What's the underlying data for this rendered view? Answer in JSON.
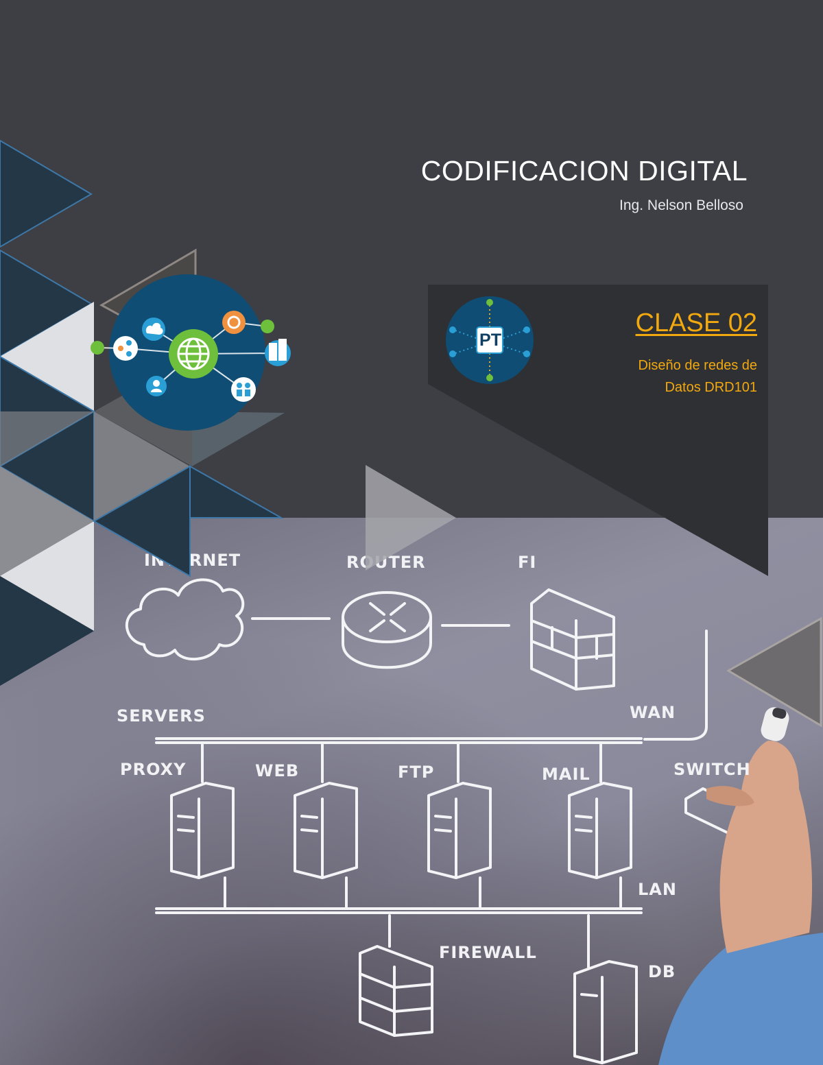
{
  "cover": {
    "title": "CODIFICACION DIGITAL",
    "author": "Ing. Nelson Belloso",
    "class_number": "CLASE 02",
    "course_line1": "Diseño de redes de",
    "course_line2": "Datos DRD101",
    "logo_text": "PT"
  },
  "diagram": {
    "internet": "INTERNET",
    "router": "ROUTER",
    "firewall_top": "FI",
    "servers": "SERVERS",
    "wan": "WAN",
    "proxy": "PROXY",
    "web": "WEB",
    "ftp": "FTP",
    "mail": "MAIL",
    "switch": "SWITCH",
    "lan": "LAN",
    "firewall_bottom": "FIREWALL",
    "db": "DB"
  },
  "colors": {
    "background": "#3d3f45",
    "panel": "#2f3034",
    "accent": "#f2a90f",
    "globe": "#0f4d74",
    "globe_center": "#6ebf3b"
  },
  "icons": [
    "globe-icon",
    "cloud-icon",
    "gear-icon",
    "share-icon",
    "building-icon",
    "user-icon",
    "team-icon",
    "network-logo-icon",
    "hand-with-marker"
  ]
}
